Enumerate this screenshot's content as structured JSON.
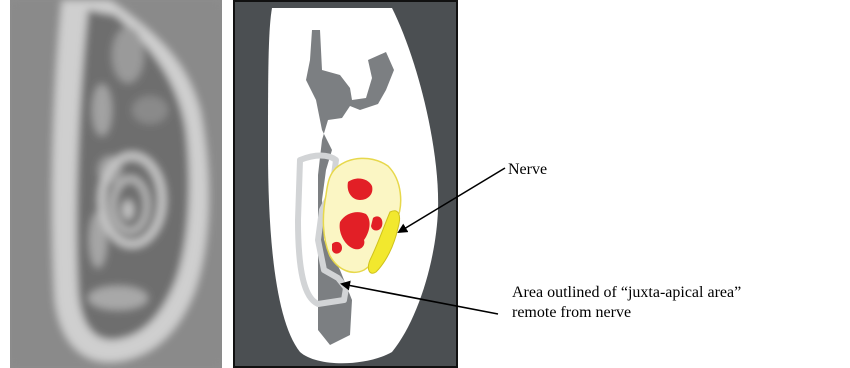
{
  "labels": {
    "nerve": "Nerve",
    "area_line1": "Area outlined of “juxta-apical area”",
    "area_line2": "remote from nerve"
  },
  "colors": {
    "ct_background": "#8e8e8e",
    "diagram_background": "#4b4f52",
    "bone": "#ffffff",
    "cortical_gray": "#7c7f82",
    "lesion_fill": "#fbf6c4",
    "lesion_outline": "#e7d84c",
    "red_areas": "#e21f26",
    "nerve_yellow": "#f2e82e",
    "outline_light_gray": "#d2d4d6",
    "arrow": "#000000"
  }
}
